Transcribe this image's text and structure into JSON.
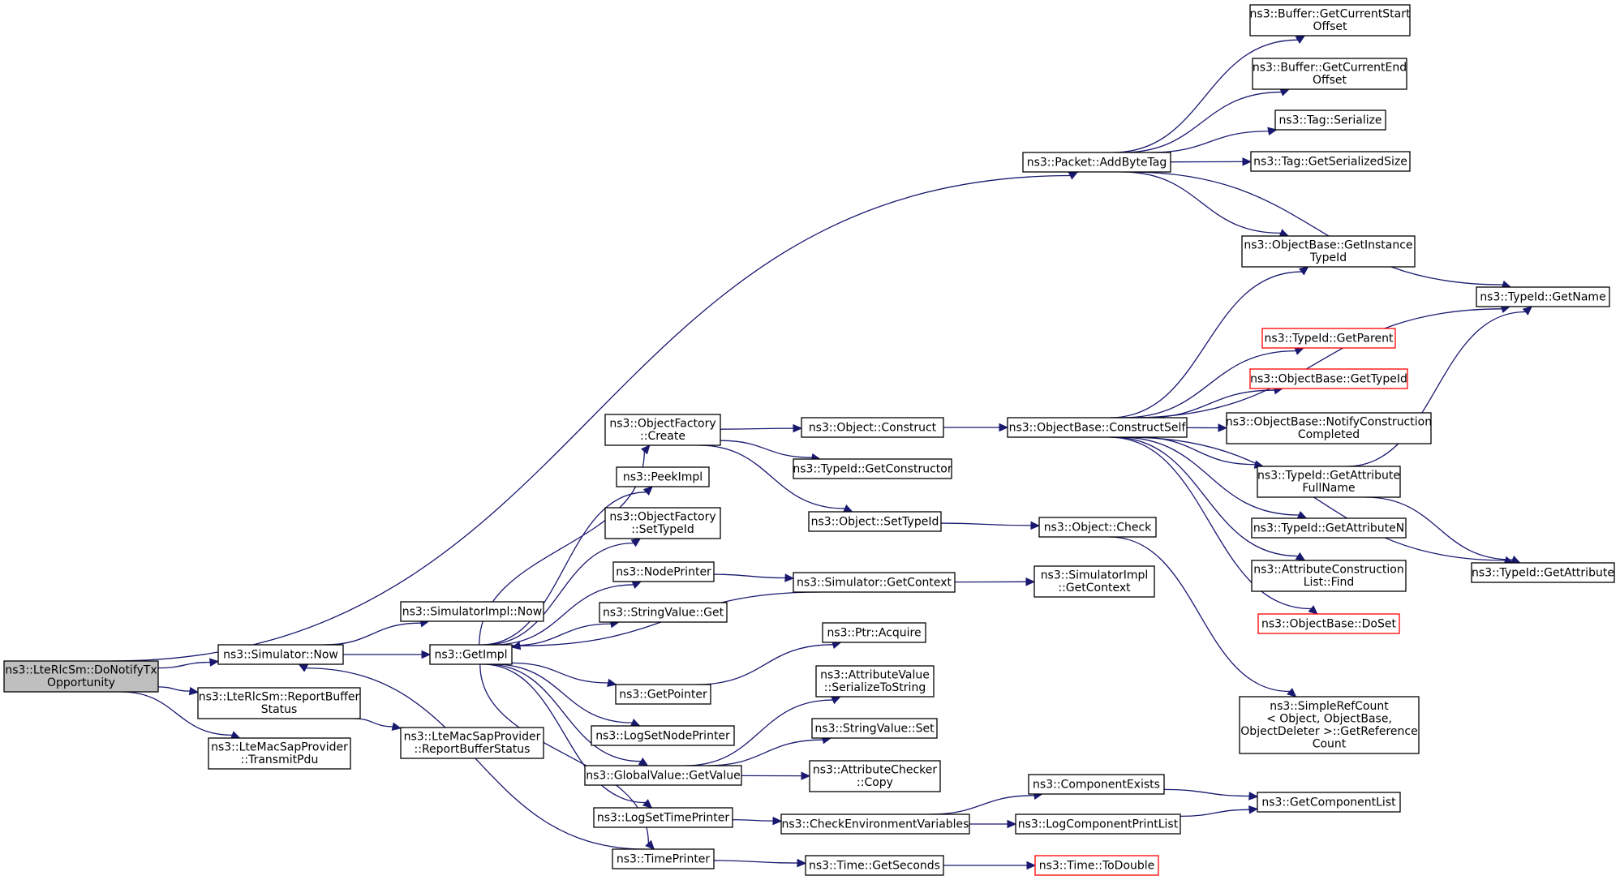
{
  "colors": {
    "edge": "#191970",
    "node_border": "#000000",
    "node_border_incomplete": "#ff0000",
    "root_fill": "#bfbfbf",
    "node_fill": "#ffffff"
  },
  "nodes": [
    {
      "id": "root",
      "lines": [
        "ns3::LteRlcSm::DoNotifyTx",
        "Opportunity"
      ],
      "kind": "root"
    },
    {
      "id": "simnow",
      "lines": [
        "ns3::Simulator::Now"
      ],
      "kind": "normal"
    },
    {
      "id": "reportbuf",
      "lines": [
        "ns3::LteRlcSm::ReportBuffer",
        "Status"
      ],
      "kind": "normal"
    },
    {
      "id": "transmitpdu",
      "lines": [
        "ns3::LteMacSapProvider",
        "::TransmitPdu"
      ],
      "kind": "normal"
    },
    {
      "id": "simimplnow",
      "lines": [
        "ns3::SimulatorImpl::Now"
      ],
      "kind": "normal"
    },
    {
      "id": "getimpl",
      "lines": [
        "ns3::GetImpl"
      ],
      "kind": "normal"
    },
    {
      "id": "macreport",
      "lines": [
        "ns3::LteMacSapProvider",
        "::ReportBufferStatus"
      ],
      "kind": "normal"
    },
    {
      "id": "ofcreate",
      "lines": [
        "ns3::ObjectFactory",
        "::Create"
      ],
      "kind": "normal"
    },
    {
      "id": "peekimpl",
      "lines": [
        "ns3::PeekImpl"
      ],
      "kind": "normal"
    },
    {
      "id": "ofsettypeid",
      "lines": [
        "ns3::ObjectFactory",
        "::SetTypeId"
      ],
      "kind": "normal"
    },
    {
      "id": "nodeprinter",
      "lines": [
        "ns3::NodePrinter"
      ],
      "kind": "normal"
    },
    {
      "id": "strvalget",
      "lines": [
        "ns3::StringValue::Get"
      ],
      "kind": "normal"
    },
    {
      "id": "getpointer",
      "lines": [
        "ns3::GetPointer"
      ],
      "kind": "normal"
    },
    {
      "id": "logsetnode",
      "lines": [
        "ns3::LogSetNodePrinter"
      ],
      "kind": "normal"
    },
    {
      "id": "gvgetvalue",
      "lines": [
        "ns3::GlobalValue::GetValue"
      ],
      "kind": "normal"
    },
    {
      "id": "logsettime",
      "lines": [
        "ns3::LogSetTimePrinter"
      ],
      "kind": "normal"
    },
    {
      "id": "timeprinter",
      "lines": [
        "ns3::TimePrinter"
      ],
      "kind": "normal"
    },
    {
      "id": "objconstruct",
      "lines": [
        "ns3::Object::Construct"
      ],
      "kind": "normal"
    },
    {
      "id": "getconstructor",
      "lines": [
        "ns3::TypeId::GetConstructor"
      ],
      "kind": "normal"
    },
    {
      "id": "objsettypeid",
      "lines": [
        "ns3::Object::SetTypeId"
      ],
      "kind": "normal"
    },
    {
      "id": "simgetcontext",
      "lines": [
        "ns3::Simulator::GetContext"
      ],
      "kind": "normal"
    },
    {
      "id": "ptracquire",
      "lines": [
        "ns3::Ptr::Acquire"
      ],
      "kind": "normal"
    },
    {
      "id": "avserialize",
      "lines": [
        "ns3::AttributeValue",
        "::SerializeToString"
      ],
      "kind": "normal"
    },
    {
      "id": "strvalset",
      "lines": [
        "ns3::StringValue::Set"
      ],
      "kind": "normal"
    },
    {
      "id": "acopy",
      "lines": [
        "ns3::AttributeChecker",
        "::Copy"
      ],
      "kind": "normal"
    },
    {
      "id": "checkenv",
      "lines": [
        "ns3::CheckEnvironmentVariables"
      ],
      "kind": "normal"
    },
    {
      "id": "timegetseconds",
      "lines": [
        "ns3::Time::GetSeconds"
      ],
      "kind": "normal"
    },
    {
      "id": "packetaddbytetag",
      "lines": [
        "ns3::Packet::AddByteTag"
      ],
      "kind": "normal"
    },
    {
      "id": "obconstructself",
      "lines": [
        "ns3::ObjectBase::ConstructSelf"
      ],
      "kind": "normal"
    },
    {
      "id": "objcheck",
      "lines": [
        "ns3::Object::Check"
      ],
      "kind": "normal"
    },
    {
      "id": "simimplgetcontext",
      "lines": [
        "ns3::SimulatorImpl",
        "::GetContext"
      ],
      "kind": "normal"
    },
    {
      "id": "compexists",
      "lines": [
        "ns3::ComponentExists"
      ],
      "kind": "normal"
    },
    {
      "id": "logcompprint",
      "lines": [
        "ns3::LogComponentPrintList"
      ],
      "kind": "normal"
    },
    {
      "id": "timetodouble",
      "lines": [
        "ns3::Time::ToDouble"
      ],
      "kind": "incomplete"
    },
    {
      "id": "bufstart",
      "lines": [
        "ns3::Buffer::GetCurrentStart",
        "Offset"
      ],
      "kind": "normal"
    },
    {
      "id": "bufend",
      "lines": [
        "ns3::Buffer::GetCurrentEnd",
        "Offset"
      ],
      "kind": "normal"
    },
    {
      "id": "tagserialize",
      "lines": [
        "ns3::Tag::Serialize"
      ],
      "kind": "normal"
    },
    {
      "id": "taggetsize",
      "lines": [
        "ns3::Tag::GetSerializedSize"
      ],
      "kind": "normal"
    },
    {
      "id": "obgetinstance",
      "lines": [
        "ns3::ObjectBase::GetInstance",
        "TypeId"
      ],
      "kind": "normal"
    },
    {
      "id": "tidgetparent",
      "lines": [
        "ns3::TypeId::GetParent"
      ],
      "kind": "incomplete"
    },
    {
      "id": "obgettypeid",
      "lines": [
        "ns3::ObjectBase::GetTypeId"
      ],
      "kind": "incomplete"
    },
    {
      "id": "obnotify",
      "lines": [
        "ns3::ObjectBase::NotifyConstruction",
        "Completed"
      ],
      "kind": "normal"
    },
    {
      "id": "tidgetattrfull",
      "lines": [
        "ns3::TypeId::GetAttribute",
        "FullName"
      ],
      "kind": "normal"
    },
    {
      "id": "tidgetattrn",
      "lines": [
        "ns3::TypeId::GetAttributeN"
      ],
      "kind": "normal"
    },
    {
      "id": "acfind",
      "lines": [
        "ns3::AttributeConstruction",
        "List::Find"
      ],
      "kind": "normal"
    },
    {
      "id": "obdoset",
      "lines": [
        "ns3::ObjectBase::DoSet"
      ],
      "kind": "incomplete"
    },
    {
      "id": "simplerefcount",
      "lines": [
        "ns3::SimpleRefCount",
        "< Object, ObjectBase,",
        "ObjectDeleter >::GetReference",
        "Count"
      ],
      "kind": "normal"
    },
    {
      "id": "getcomplist",
      "lines": [
        "ns3::GetComponentList"
      ],
      "kind": "normal"
    },
    {
      "id": "tidgetname",
      "lines": [
        "ns3::TypeId::GetName"
      ],
      "kind": "normal"
    },
    {
      "id": "tidgetattr",
      "lines": [
        "ns3::TypeId::GetAttribute"
      ],
      "kind": "normal"
    }
  ],
  "edges": [
    [
      "root",
      "simnow"
    ],
    [
      "root",
      "reportbuf"
    ],
    [
      "root",
      "transmitpdu"
    ],
    [
      "root",
      "packetaddbytetag"
    ],
    [
      "simnow",
      "simimplnow"
    ],
    [
      "simnow",
      "getimpl"
    ],
    [
      "reportbuf",
      "macreport"
    ],
    [
      "getimpl",
      "ofcreate"
    ],
    [
      "getimpl",
      "peekimpl"
    ],
    [
      "getimpl",
      "ofsettypeid"
    ],
    [
      "getimpl",
      "nodeprinter"
    ],
    [
      "getimpl",
      "strvalget"
    ],
    [
      "getimpl",
      "getpointer"
    ],
    [
      "getimpl",
      "logsetnode"
    ],
    [
      "getimpl",
      "gvgetvalue"
    ],
    [
      "getimpl",
      "logsettime"
    ],
    [
      "getimpl",
      "timeprinter"
    ],
    [
      "ofcreate",
      "objconstruct"
    ],
    [
      "ofcreate",
      "getconstructor"
    ],
    [
      "ofcreate",
      "objsettypeid"
    ],
    [
      "nodeprinter",
      "simgetcontext"
    ],
    [
      "simgetcontext",
      "getimpl"
    ],
    [
      "simgetcontext",
      "simimplgetcontext"
    ],
    [
      "getpointer",
      "ptracquire"
    ],
    [
      "gvgetvalue",
      "avserialize"
    ],
    [
      "gvgetvalue",
      "strvalset"
    ],
    [
      "gvgetvalue",
      "acopy"
    ],
    [
      "logsettime",
      "checkenv"
    ],
    [
      "timeprinter",
      "simnow"
    ],
    [
      "timeprinter",
      "timegetseconds"
    ],
    [
      "objconstruct",
      "obconstructself"
    ],
    [
      "objsettypeid",
      "objcheck"
    ],
    [
      "checkenv",
      "compexists"
    ],
    [
      "checkenv",
      "logcompprint"
    ],
    [
      "timegetseconds",
      "timetodouble"
    ],
    [
      "compexists",
      "getcomplist"
    ],
    [
      "logcompprint",
      "getcomplist"
    ],
    [
      "objcheck",
      "simplerefcount"
    ],
    [
      "packetaddbytetag",
      "bufstart"
    ],
    [
      "packetaddbytetag",
      "bufend"
    ],
    [
      "packetaddbytetag",
      "tagserialize"
    ],
    [
      "packetaddbytetag",
      "taggetsize"
    ],
    [
      "packetaddbytetag",
      "obgetinstance"
    ],
    [
      "packetaddbytetag",
      "tidgetname"
    ],
    [
      "obconstructself",
      "obgetinstance"
    ],
    [
      "obconstructself",
      "tidgetname"
    ],
    [
      "obconstructself",
      "tidgetparent"
    ],
    [
      "obconstructself",
      "obgettypeid"
    ],
    [
      "obconstructself",
      "obnotify"
    ],
    [
      "obconstructself",
      "tidgetattrfull"
    ],
    [
      "obconstructself",
      "tidgetattrn"
    ],
    [
      "obconstructself",
      "acfind"
    ],
    [
      "obconstructself",
      "obdoset"
    ],
    [
      "obconstructself",
      "tidgetattr"
    ],
    [
      "tidgetattrfull",
      "tidgetname"
    ],
    [
      "tidgetattrfull",
      "tidgetattr"
    ]
  ]
}
